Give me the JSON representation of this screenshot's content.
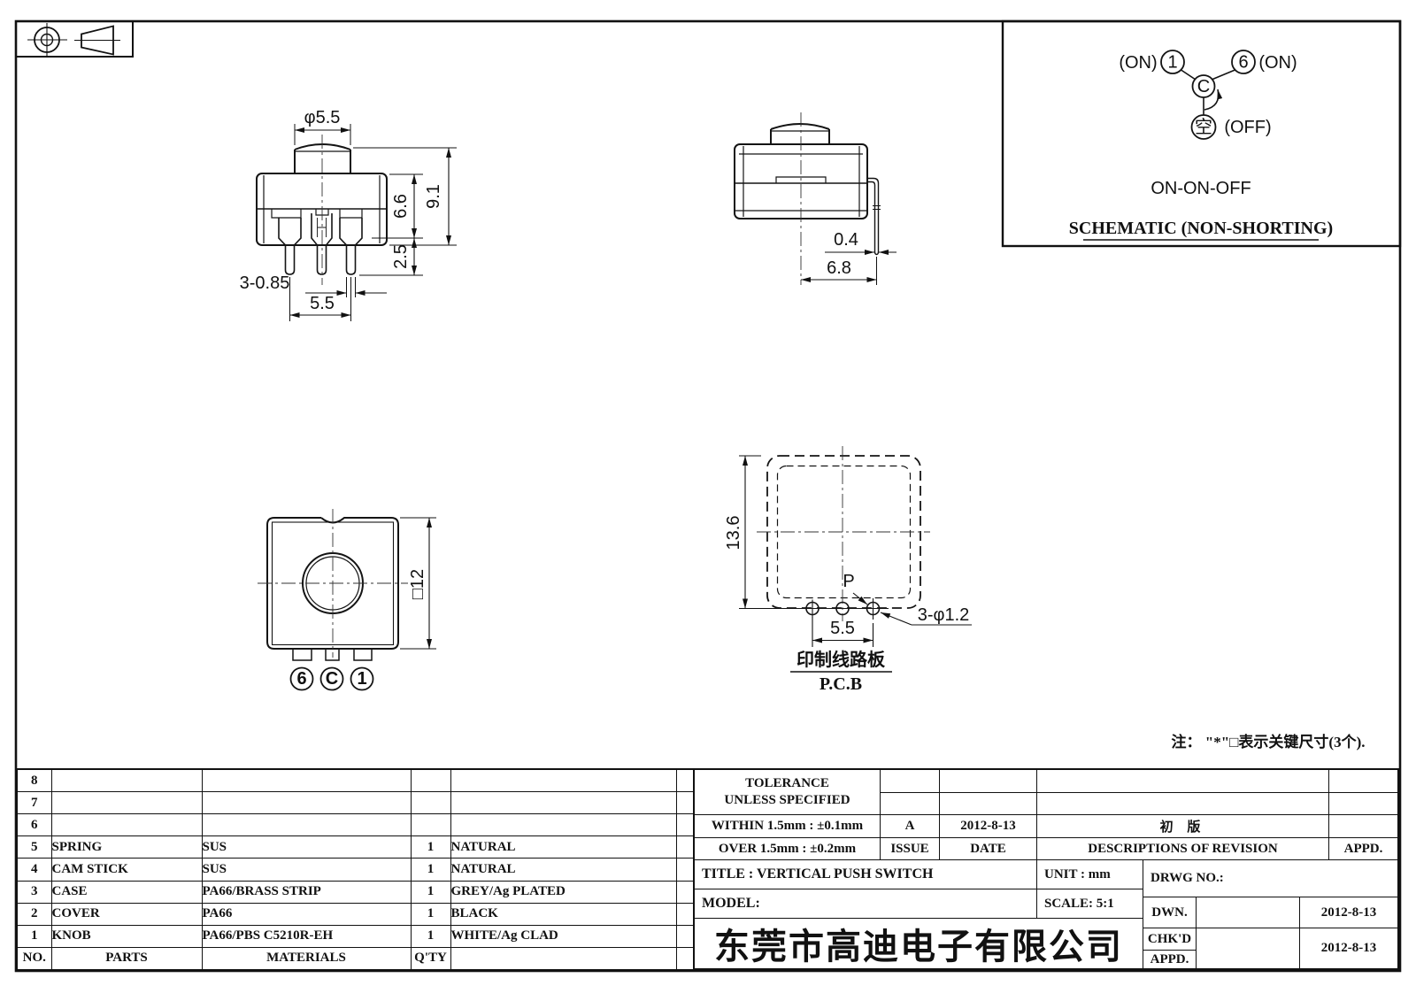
{
  "sheet": {
    "company": "东莞市高迪电子有限公司",
    "note": "注： \"*\"□表示关键尺寸(3个)."
  },
  "schematic": {
    "n1": "1",
    "n6": "6",
    "c": "C",
    "off_terminal": "空",
    "on_left": "(ON)",
    "on_right": "(ON)",
    "off": "(OFF)",
    "mode": "ON-ON-OFF",
    "caption": "SCHEMATIC (NON-SHORTING)"
  },
  "views": {
    "front": {
      "dia": "φ5.5",
      "body_h": "6.6",
      "total_h": "9.1",
      "pin_h": "2.5",
      "pin_w": "3-0.85",
      "pitch": "5.5"
    },
    "side": {
      "pin_t": "0.4",
      "pin_off": "6.8"
    },
    "top": {
      "size": "□12",
      "t6": "6",
      "tc": "C",
      "t1": "1"
    },
    "pcb": {
      "h": "13.6",
      "p": "P",
      "pitch": "5.5",
      "holes": "3-φ1.2",
      "label_cn": "印制线路板",
      "label_en": "P.C.B"
    }
  },
  "parts_table": {
    "headers": {
      "no": "NO.",
      "parts": "PARTS",
      "materials": "MATERIALS",
      "qty": "Q'TY"
    },
    "rows": [
      {
        "no": "8",
        "parts": "",
        "materials": "",
        "qty": "",
        "color": ""
      },
      {
        "no": "7",
        "parts": "",
        "materials": "",
        "qty": "",
        "color": ""
      },
      {
        "no": "6",
        "parts": "",
        "materials": "",
        "qty": "",
        "color": ""
      },
      {
        "no": "5",
        "parts": "SPRING",
        "materials": "SUS",
        "qty": "1",
        "color": "NATURAL"
      },
      {
        "no": "4",
        "parts": "CAM STICK",
        "materials": "SUS",
        "qty": "1",
        "color": "NATURAL"
      },
      {
        "no": "3",
        "parts": "CASE",
        "materials": "PA66/BRASS STRIP",
        "qty": "1",
        "color": "GREY/Ag PLATED"
      },
      {
        "no": "2",
        "parts": "COVER",
        "materials": "PA66",
        "qty": "1",
        "color": "BLACK"
      },
      {
        "no": "1",
        "parts": "KNOB",
        "materials": "PA66/PBS C5210R-EH",
        "qty": "1",
        "color": "WHITE/Ag CLAD"
      }
    ]
  },
  "tolerance_block": {
    "line1": "TOLERANCE",
    "line2": "UNLESS  SPECIFIED",
    "within": "WITHIN 1.5mm : ±0.1mm",
    "over": "OVER 1.5mm : ±0.2mm"
  },
  "revision_block": {
    "issue_value": "A",
    "date_value": "2012-8-13",
    "desc_value": "初  版",
    "issue_label": "ISSUE",
    "date_label": "DATE",
    "desc_label": "DESCRIPTIONS OF REVISION",
    "appd_label": "APPD."
  },
  "title_block": {
    "title": "TITLE :  VERTICAL PUSH SWITCH",
    "unit": "UNIT :  mm",
    "model": "MODEL:",
    "scale": "SCALE:  5:1",
    "drwg_no": "DRWG NO.:",
    "dwn": "DWN.",
    "chkd": "CHK'D",
    "appd": "APPD.",
    "dwn_date": "2012-8-13",
    "chk_date": "2012-8-13"
  }
}
